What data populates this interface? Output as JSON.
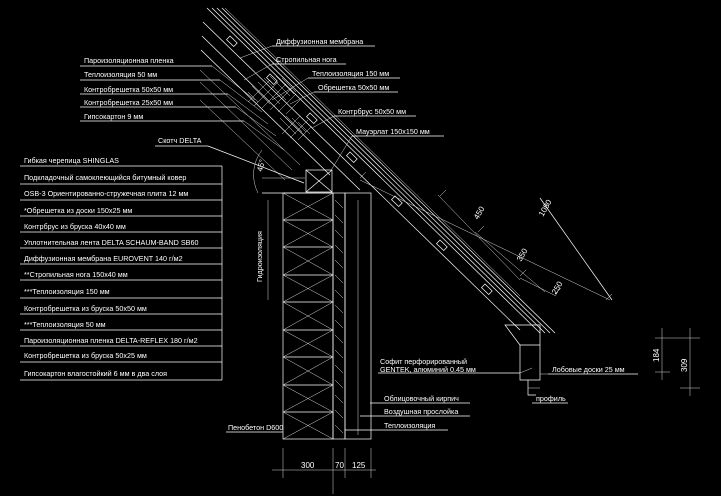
{
  "labels_left": [
    {
      "id": "parovapor",
      "text": "Пароизоляционная пленка"
    },
    {
      "id": "insul50top",
      "text": "Теплоизоляция 50 мм"
    },
    {
      "id": "kontr50",
      "text": "Контробрешетка 50х50 мм"
    },
    {
      "id": "kontr25",
      "text": "Контробрешетка 25х50 мм"
    },
    {
      "id": "gypsum9",
      "text": "Гипсокартон 9 мм"
    },
    {
      "id": "scotch",
      "text": "Скотч DELTA"
    }
  ],
  "labels_top": [
    {
      "id": "diffmem",
      "text": "Диффузионная мембрана"
    },
    {
      "id": "rafter",
      "text": "Стропильная нога"
    },
    {
      "id": "insul150",
      "text": "Теплоизоляция 150 мм"
    },
    {
      "id": "obresh",
      "text": "Обрешетка 50х50 мм"
    },
    {
      "id": "kontrbrus",
      "text": "Контрбрус 50х50 мм"
    },
    {
      "id": "mauer",
      "text": "Мауэрлат 150х150 мм"
    }
  ],
  "legend": [
    "Гибкая черепица SHINGLAS",
    "Подкладочный самоклеющийся битумный ковер",
    "OSB-3 Ориентированно-стружечная плита 12 мм",
    "*Обрешетка из доски 150х25 мм",
    "Контрбрус из бруска 40х40 мм",
    "Уплотнительная лента DELTA SCHAUM-BAND SB60",
    "Диффузионная мембрана EUROVENT 140 г/м2",
    "**Стропильная нога 150х40 мм",
    "***Теплоизоляция 150 мм",
    "Контробрешетка из бруска 50х50 мм",
    "***Теплоизоляция 50 мм",
    "Пароизоляционная пленка DELTA-REFLEX 180 г/м2",
    "Контробрешетка из бруска 50х25 мм",
    "Гипсокартон влагостойкий 6 мм в два слоя"
  ],
  "labels_bottom": [
    {
      "id": "soffit1",
      "text": "Софит перфорированный"
    },
    {
      "id": "soffit2",
      "text": "GENTEK, алюминий 0.45 мм"
    },
    {
      "id": "fascia",
      "text": "Лобовые доски 25 мм"
    },
    {
      "id": "profile",
      "text": "профиль"
    },
    {
      "id": "brick",
      "text": "Облицовочный кирпич"
    },
    {
      "id": "airgap",
      "text": "Воздушная прослойка"
    },
    {
      "id": "insul",
      "text": "Теплоизоляция"
    },
    {
      "id": "penobeton",
      "text": "Пенобетон D600"
    },
    {
      "id": "hydro",
      "text": "Гидроизоляция"
    }
  ],
  "dimensions": {
    "slope_450": "450",
    "slope_350": "350",
    "slope_250": "250",
    "slope_1080": "1080",
    "angle_45": "45°",
    "wall_300": "300",
    "wall_70": "70",
    "wall_125": "125",
    "h_184": "184",
    "h_309": "309"
  },
  "colors": {
    "background": "#000000",
    "lines": "#ffffff"
  }
}
